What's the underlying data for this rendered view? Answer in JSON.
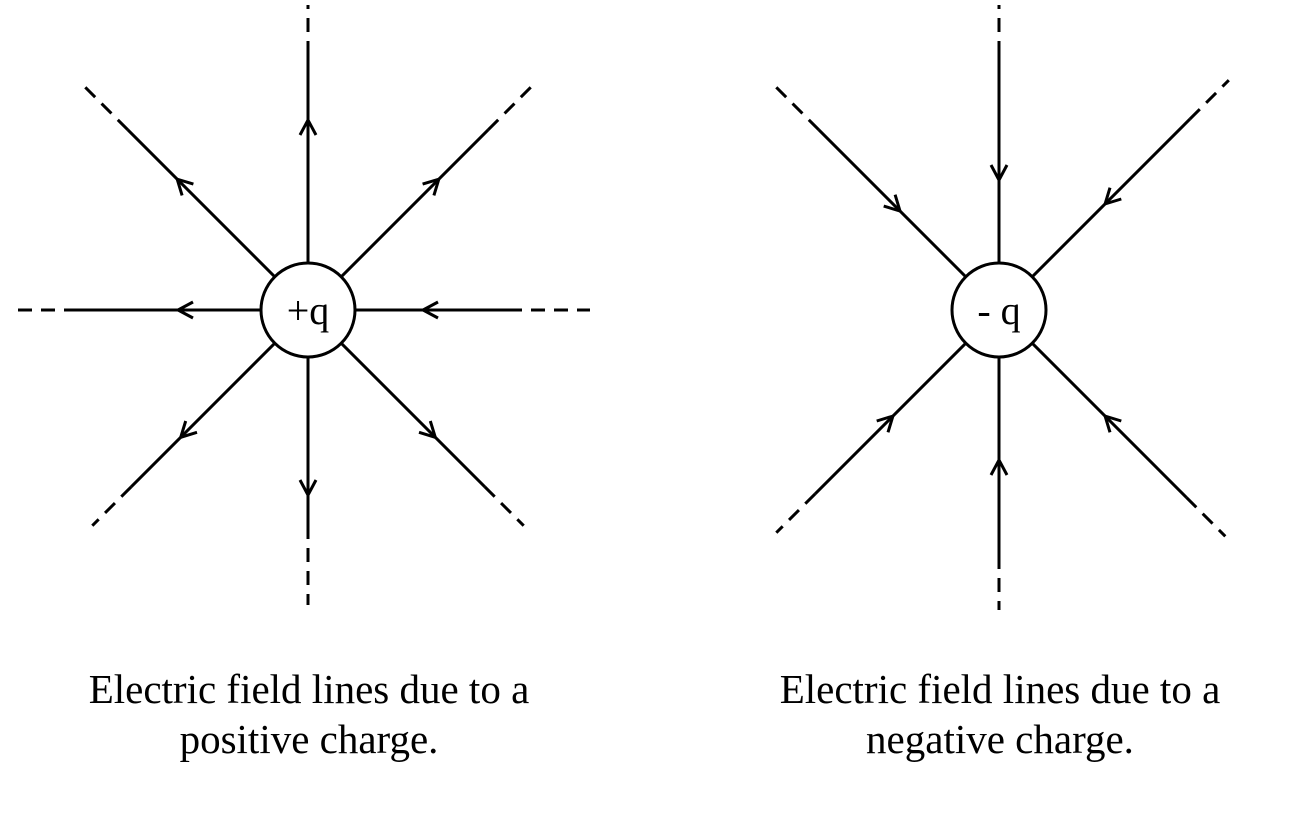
{
  "diagrams": [
    {
      "id": "positive",
      "charge_label": "+q",
      "field_direction": "outward",
      "caption_line1": "Electric field lines due to a",
      "caption_line2": "positive charge."
    },
    {
      "id": "negative",
      "charge_label": "- q",
      "field_direction": "inward",
      "caption_line1": "Electric field lines due to a",
      "caption_line2": "negative charge."
    }
  ],
  "colors": {
    "line": "#000000",
    "background": "#ffffff"
  }
}
